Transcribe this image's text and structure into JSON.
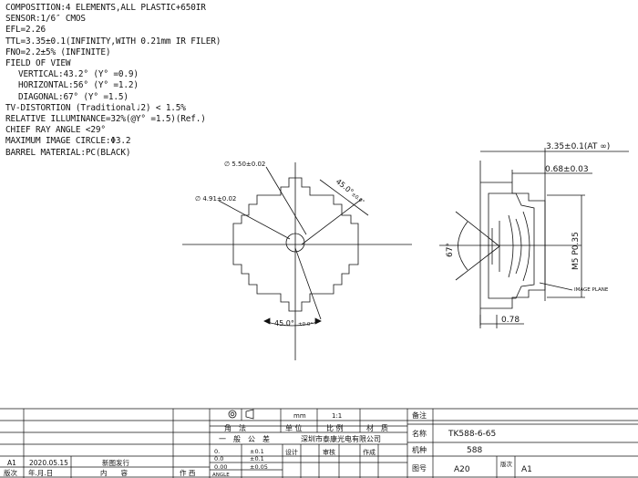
{
  "spec": [
    "COMPOSITION:4 ELEMENTS,ALL PLASTIC+650IR",
    "SENSOR:1/6″ CMOS",
    "EFL=2.26",
    "TTL=3.35±0.1(INFINITY,WITH 0.21mm IR FILER)",
    "FNO=2.2±5% (INFINITE)",
    "FIELD OF VIEW",
    "VERTICAL:43.2° (Y° =0.9)",
    "HORIZONTAL:56° (Y° =1.2)",
    "DIAGONAL:67° (Y° =1.5)",
    "TV-DISTORTION (Traditional♩2) < 1.5%",
    "RELATIVE ILLUMINANCE=32%(@Y° =1.5)(Ref.)",
    "CHIEF RAY ANGLE <29°",
    "MAXIMUM IMAGE CIRCLE:Φ3.2",
    "BARREL MATERIAL:PC(BLACK)"
  ],
  "front": {
    "d_outer": "∅ 5.50±0.02",
    "d_inner": "∅ 4.91±0.02",
    "angle_top": "45.0°",
    "angle_top_tol": "±0.0°",
    "angle_bottom": "45.0°",
    "angle_bottom_tol": "±0.0°"
  },
  "side": {
    "ttl_dim": "3.35±0.1(AT ∞)",
    "flange_dim": "0.68±0.03",
    "thread_dim": "M5 P0.35",
    "fov_angle": "67°",
    "image_plane": "IMAGE PLANE",
    "bottom_dim": "0.78"
  },
  "title_block": {
    "projection_label": "mm",
    "scale": "1:1",
    "header_angle": "角　法",
    "header_unit": "单 位",
    "header_scale": "比 例",
    "header_material": "材　质",
    "tolerance_header": "一　般　公　差",
    "tol_rows": [
      {
        "key": "0.",
        "val": "±0.1"
      },
      {
        "key": "0.0",
        "val": "±0.1"
      },
      {
        "key": "0.00",
        "val": "±0.05"
      },
      {
        "key": "ANGLE",
        "val": ""
      }
    ],
    "company": "深圳市泰康光电有限公司",
    "design": "设计",
    "review": "审核",
    "create": "作成",
    "note_label": "备注",
    "name_label": "名称",
    "name_value": "TK588-6-65",
    "model_label": "机种",
    "model_value": "588",
    "drawing_no_label": "图号",
    "drawing_no_value": "A20",
    "version_label": "版次",
    "version_value": "A1",
    "rev_row": {
      "ver": "A1",
      "date": "2020.05.15",
      "content": "新图发行"
    },
    "rev_headers": {
      "ver": "版次",
      "date": "年.月.日",
      "content": "内　　容",
      "author": "作 西"
    }
  }
}
